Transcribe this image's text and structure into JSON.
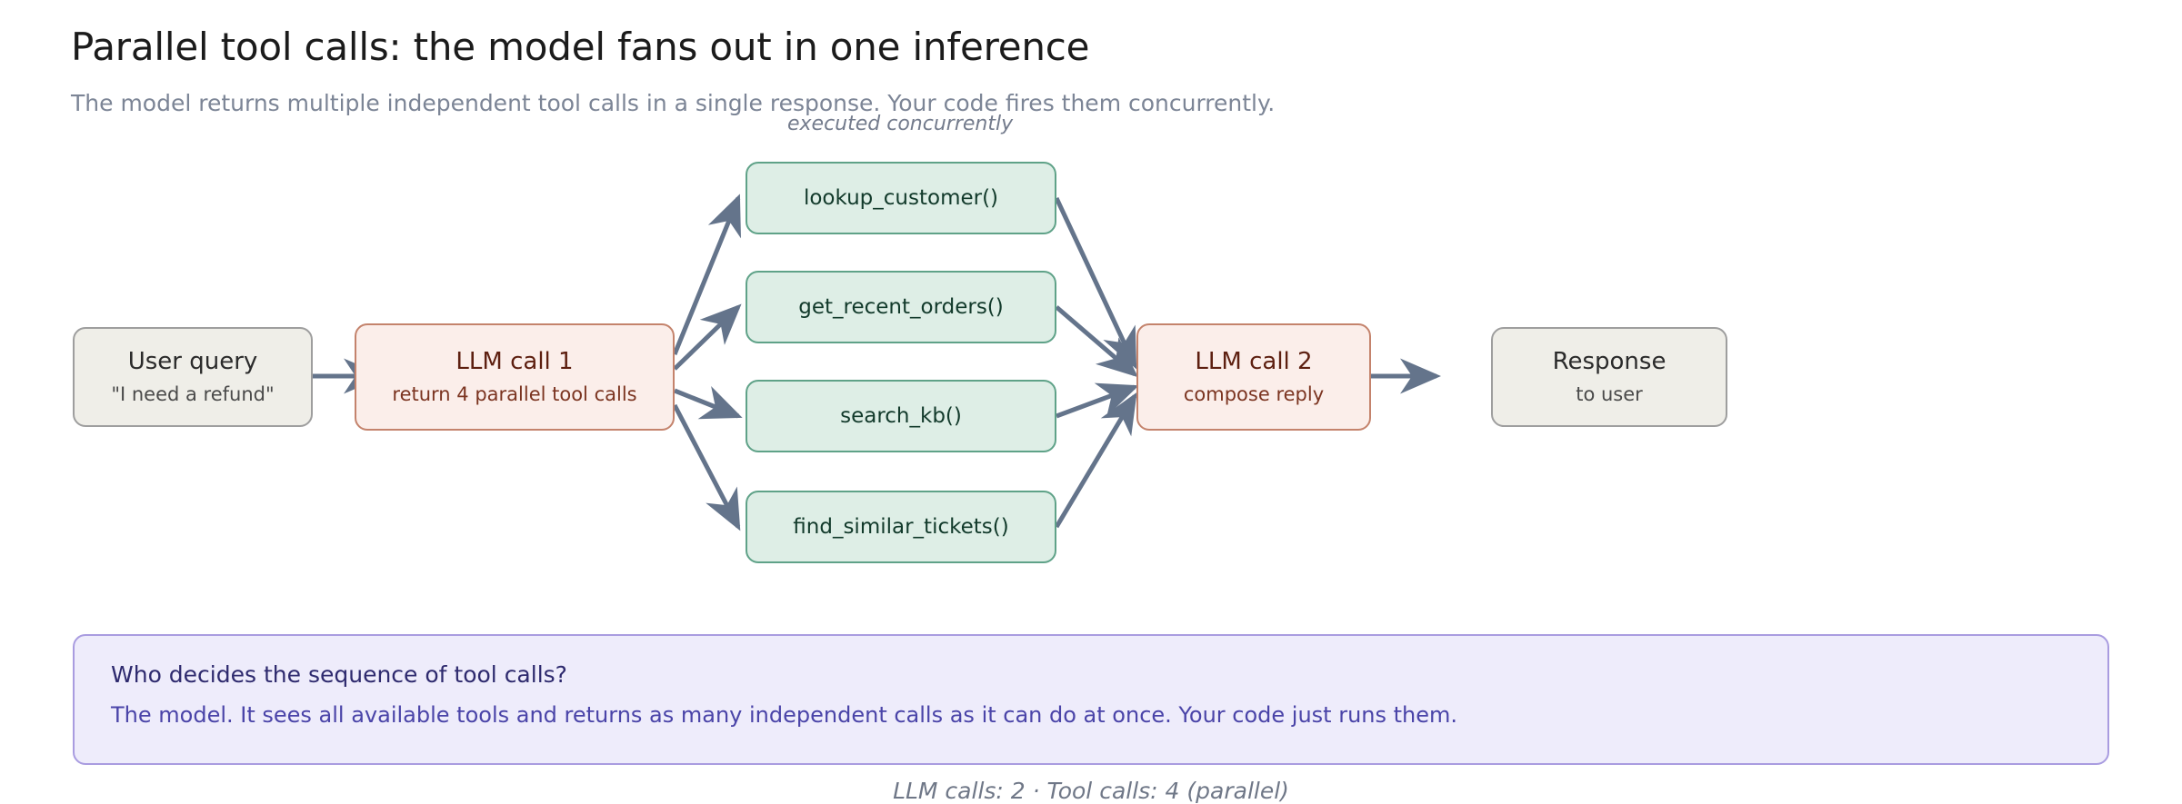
{
  "header": {
    "title": "Parallel tool calls: the model fans out in one inference",
    "subtitle": "The model returns multiple independent tool calls in a single response. Your code fires them concurrently."
  },
  "diagram": {
    "type": "flow",
    "concurrent_label": "executed concurrently",
    "nodes": {
      "user_query": {
        "title": "User query",
        "subtitle": "\"I need a refund\""
      },
      "llm_call_1": {
        "title": "LLM call 1",
        "subtitle": "return 4 parallel tool calls"
      },
      "llm_call_2": {
        "title": "LLM call 2",
        "subtitle": "compose reply"
      },
      "response": {
        "title": "Response",
        "subtitle": "to user"
      }
    },
    "tools": [
      {
        "label": "lookup_customer()"
      },
      {
        "label": "get_recent_orders()"
      },
      {
        "label": "search_kb()"
      },
      {
        "label": "find_similar_tickets()"
      }
    ],
    "colors": {
      "neutral_fill": "#efeee8",
      "neutral_border": "#9e9e9e",
      "llm_fill": "#fbeeea",
      "llm_border": "#c4836c",
      "tool_fill": "#deeee6",
      "tool_border": "#5fa288",
      "arrow": "#64748b"
    }
  },
  "callout": {
    "question": "Who decides the sequence of tool calls?",
    "answer": "The model. It sees all available tools and returns as many independent calls as it can do at once. Your code just runs them.",
    "colors": {
      "bg": "#eeecfb",
      "border": "#a99ce0",
      "heading": "#2e2a6e",
      "body": "#4a44a8"
    }
  },
  "footer": {
    "text": "LLM calls: 2 · Tool calls: 4 (parallel)"
  }
}
